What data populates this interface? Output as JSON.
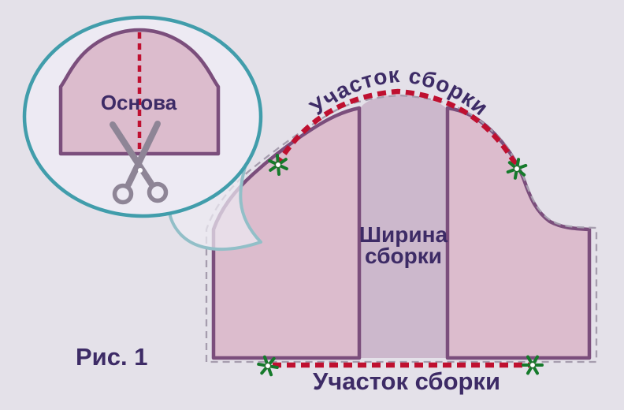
{
  "figure": {
    "caption": "Рис. 1"
  },
  "bubble": {
    "base_label": "Основа"
  },
  "pattern": {
    "gather_section_top_label": "Участок сборки",
    "gather_section_bottom_label": "Участок сборки",
    "gather_width_line1": "Ширина",
    "gather_width_line2": "сборки"
  },
  "icons": {
    "scissors": "scissors-icon",
    "snip_mark": "snip-mark-icon"
  },
  "colors": {
    "background": "#e4e1e9",
    "bubble_fill": "#edeaf3",
    "bubble_fill_translucent": "rgba(237,234,243,0.72)",
    "bubble_stroke": "#419dab",
    "tail_stroke": "#92bfc8",
    "piece_fill": "#dcbccd",
    "strip_fill": "#ccb8cc",
    "piece_outline": "#7b4e7c",
    "allowance_dash": "#a69dae",
    "gather_red": "#bf1030",
    "snip_green": "#157a2b",
    "text": "#3d2b66",
    "scissors_gray": "#8e8596"
  }
}
